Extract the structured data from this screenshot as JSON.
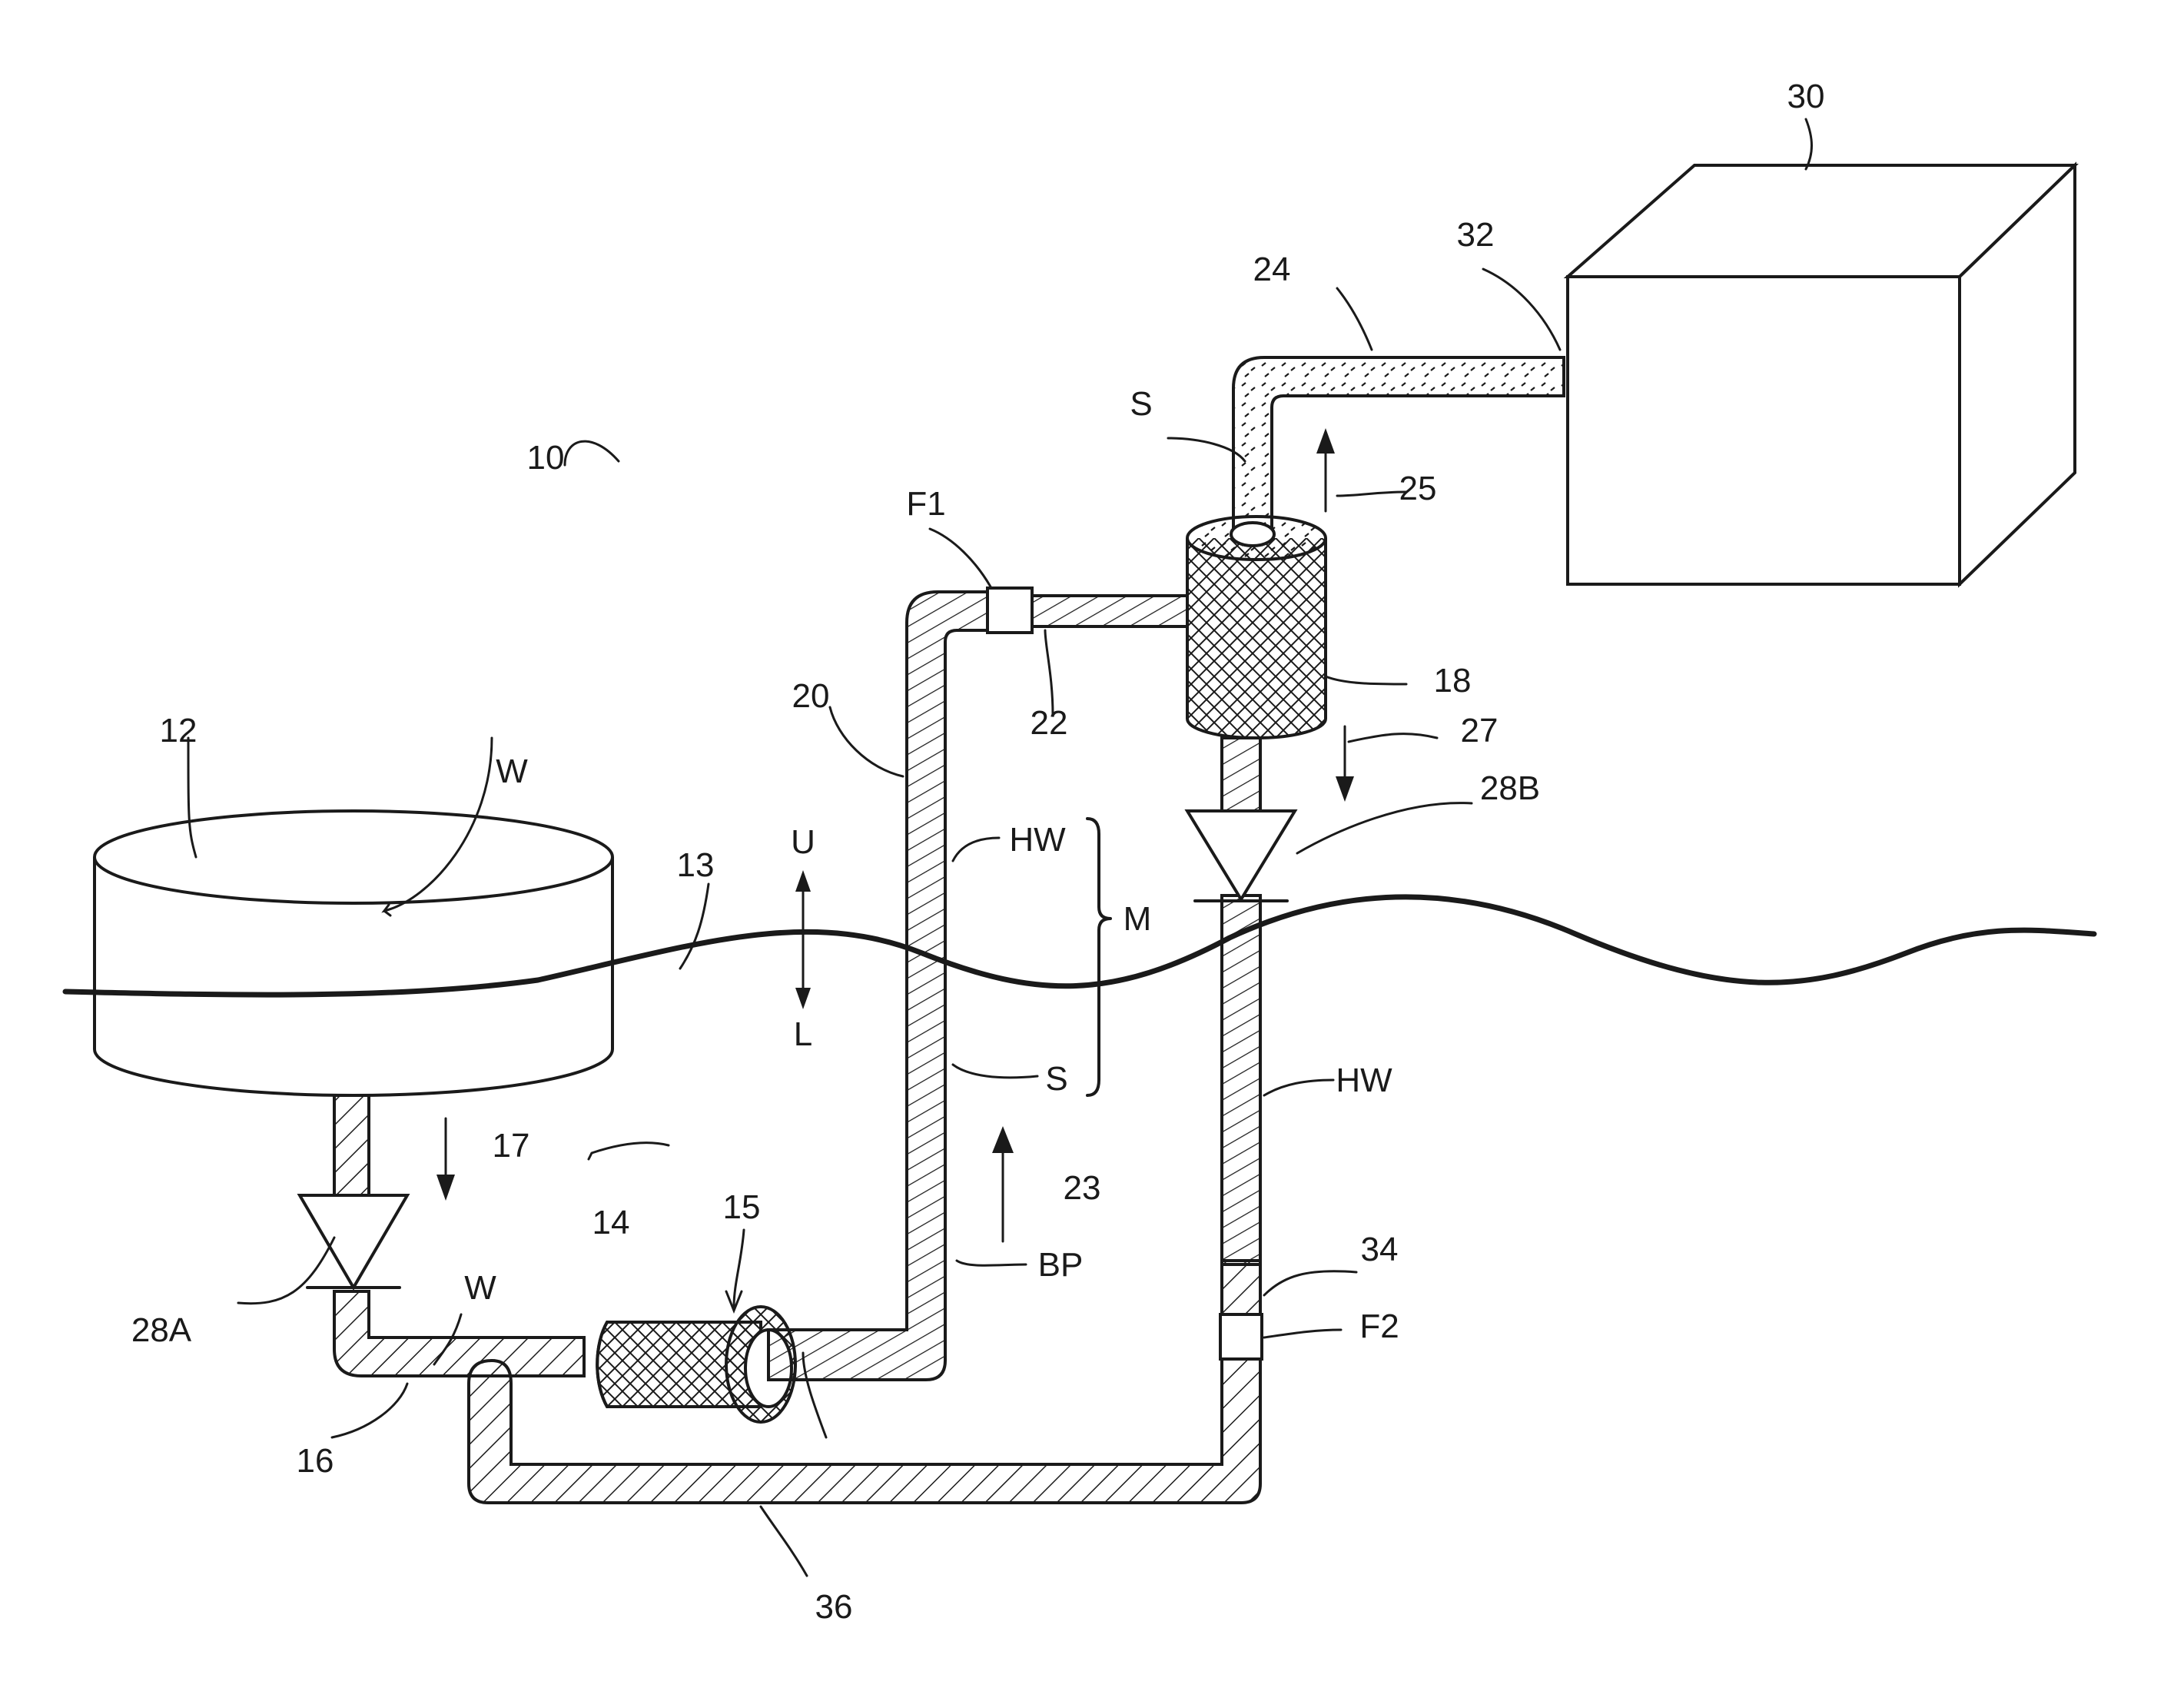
{
  "labels": {
    "system": "10",
    "tank": "12",
    "water_level": "13",
    "pump": "14",
    "pump_inlet": "15",
    "inlet_line": "16",
    "flow_tank": "17",
    "separator": "18",
    "riser": "20",
    "cross_line": "22",
    "flow_up": "23",
    "steam_line": "24",
    "flow_steam": "25",
    "flow_down": "27",
    "valve_a": "28A",
    "valve_b": "28B",
    "load": "30",
    "load_inlet": "32",
    "return_line": "34",
    "bypass": "36",
    "water_tank": "W",
    "water_inlet": "W",
    "hot_water_riser": "HW",
    "hot_water_return": "HW",
    "steam_riser": "S",
    "steam_top": "S",
    "bypass_tag": "BP",
    "meter_f1": "F1",
    "meter_f2": "F2",
    "range_m": "M",
    "upper": "U",
    "lower": "L"
  }
}
